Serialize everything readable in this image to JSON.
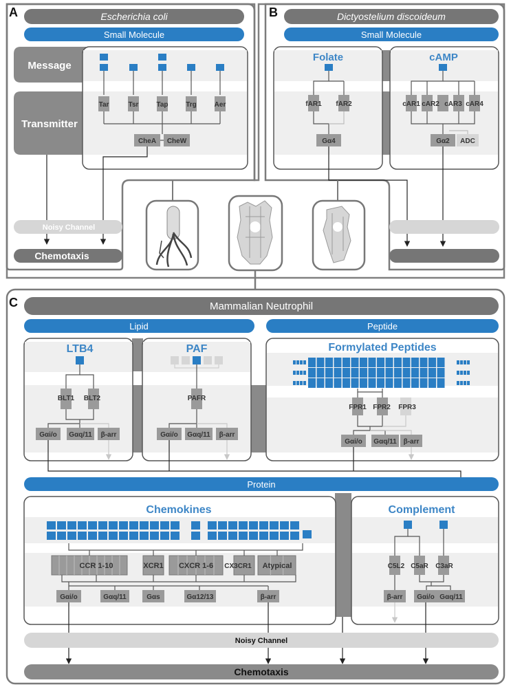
{
  "panels": {
    "a": {
      "letter": "A",
      "organism": "Escherichia coli",
      "input_class": "Small Molecule",
      "rows": {
        "message": "Message",
        "transmitter": "Transmitter"
      },
      "receptors": [
        "Tar",
        "Tsr",
        "Tap",
        "Trg",
        "Aer"
      ],
      "kinase": "CheA",
      "adaptor": "CheW"
    },
    "b": {
      "letter": "B",
      "organism": "Dictyostelium discoideum",
      "input_class": "Small Molecule",
      "folate": {
        "title": "Folate",
        "receptors": [
          "fAR1",
          "fAR2"
        ],
        "g_protein": "Gα4"
      },
      "camp": {
        "title": "cAMP",
        "receptors": [
          "cAR1",
          "cAR2",
          "cAR3",
          "cAR4"
        ],
        "g_protein": "Gα2",
        "effector": "ADC"
      }
    },
    "c": {
      "letter": "C",
      "organism": "Mammalian Neutrophil",
      "lipid": {
        "label": "Lipid",
        "ltb4": {
          "title": "LTB4",
          "receptors": [
            "BLT1",
            "BLT2"
          ],
          "outputs": [
            "Gαi/o",
            "Gαq/11",
            "β-arr"
          ]
        },
        "paf": {
          "title": "PAF",
          "receptors": [
            "PAFR"
          ],
          "outputs": [
            "Gαi/o",
            "Gαq/11",
            "β-arr"
          ]
        }
      },
      "peptide": {
        "label": "Peptide",
        "formyl": {
          "title": "Formylated Peptides",
          "receptors": [
            "FPR1",
            "FPR2",
            "FPR3"
          ],
          "outputs": [
            "Gαi/o",
            "Gαq/11",
            "β-arr"
          ]
        }
      },
      "protein": {
        "label": "Protein",
        "chemokines": {
          "title": "Chemokines",
          "receptors": [
            "CCR 1-10",
            "XCR1",
            "CXCR 1-6",
            "CX3CR1",
            "Atypical"
          ],
          "outputs": [
            "Gαi/o",
            "Gαq/11",
            "Gαs",
            "Gα12/13",
            "β-arr"
          ]
        },
        "complement": {
          "title": "Complement",
          "receptors": [
            "C5L2",
            "C5aR",
            "C3aR"
          ],
          "outputs": [
            "β-arr",
            "Gαi/o",
            "Gαq/11"
          ]
        }
      }
    }
  },
  "noisy_channel": "Noisy Channel",
  "chemotaxis": "Chemotaxis",
  "colors": {
    "blue": "#2a7ec4",
    "dark_gray": "#767676",
    "light_gray": "#d3d3d3",
    "box_gray": "#9a9a9a",
    "title_blue": "#3d86c6"
  }
}
